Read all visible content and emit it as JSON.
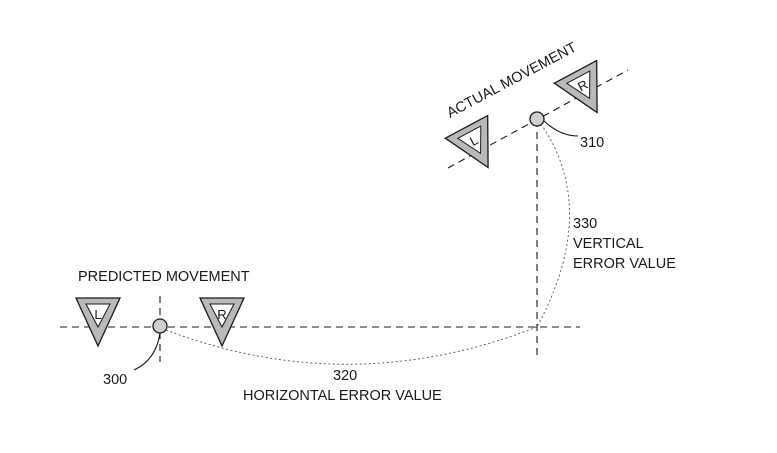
{
  "labels": {
    "predicted_movement": "PREDICTED MOVEMENT",
    "actual_movement": "ACTUAL MOVEMENT",
    "ref_predicted": "300",
    "ref_actual": "310",
    "ref_horizontal": "320",
    "horizontal_error": "HORIZONTAL ERROR VALUE",
    "ref_vertical": "330",
    "vertical_error_line1": "VERTICAL",
    "vertical_error_line2": "ERROR VALUE"
  },
  "markers": {
    "left": "L",
    "right": "R"
  }
}
